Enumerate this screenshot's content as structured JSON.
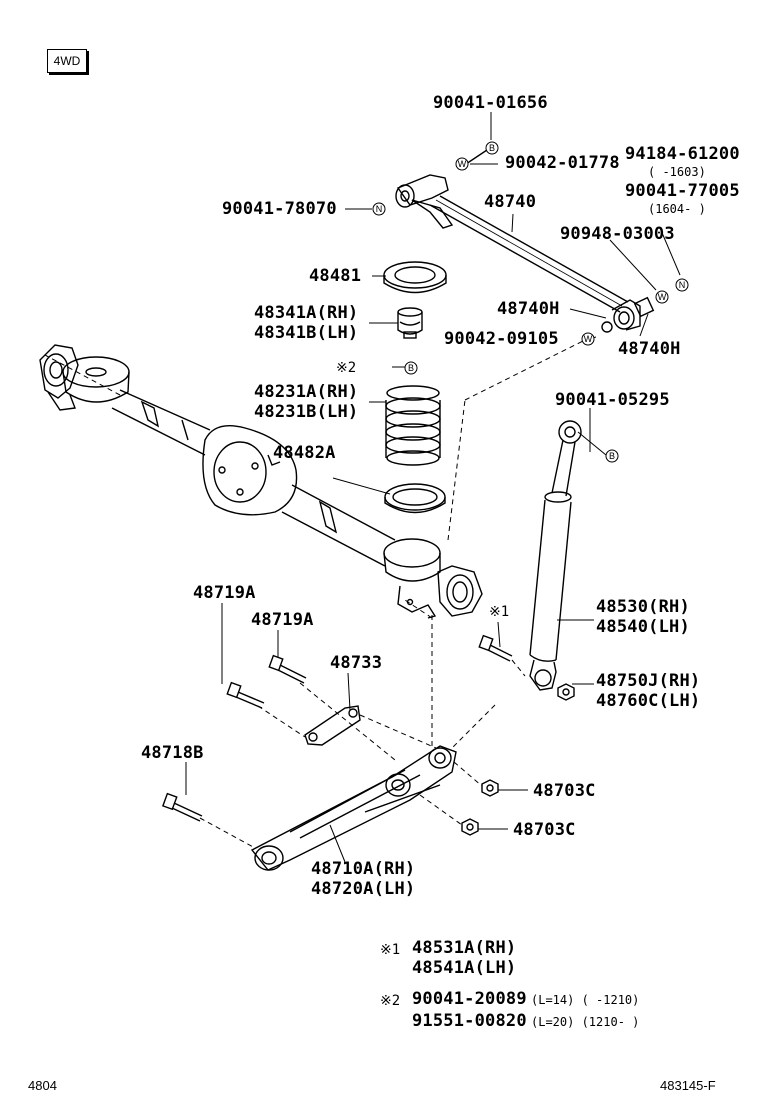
{
  "badge": "4WD",
  "parts": {
    "p90041_01656": "90041-01656",
    "p90042_01778": "90042-01778",
    "p94184_61200": "94184-61200",
    "p94184_61200_range": "(      -1603)",
    "p90041_77005": "90041-77005",
    "p90041_77005_range": "(1604-      )",
    "p90041_78070": "90041-78070",
    "p48740": "48740",
    "p90948_03003": "90948-03003",
    "p48481": "48481",
    "p48341A": "48341A(RH)",
    "p48341B": "48341B(LH)",
    "p48740H_a": "48740H",
    "p90042_09105": "90042-09105",
    "p48740H_b": "48740H",
    "note2_mark": "※2",
    "p48231A": "48231A(RH)",
    "p48231B": "48231B(LH)",
    "p90041_05295": "90041-05295",
    "p48482A": "48482A",
    "p48719A_a": "48719A",
    "p48719A_b": "48719A",
    "note1_mark": "※1",
    "p48530": "48530(RH)",
    "p48540": "48540(LH)",
    "p48733": "48733",
    "p48750J": "48750J(RH)",
    "p48760C": "48760C(LH)",
    "p48718B": "48718B",
    "p48703C_a": "48703C",
    "p48703C_b": "48703C",
    "p48710A": "48710A(RH)",
    "p48720A": "48720A(LH)"
  },
  "notes": {
    "n1_mark": "※1",
    "n1_line1": "48531A(RH)",
    "n1_line2": "48541A(LH)",
    "n2_mark": "※2",
    "n2_line1_part": "90041-20089",
    "n2_line1_spec": "(L=14) (       -1210)",
    "n2_line2_part": "91551-00820",
    "n2_line2_spec": "(L=20) (1210-      )"
  },
  "markers": {
    "B": "B",
    "W": "W",
    "N": "N"
  },
  "footer": {
    "left": "4804",
    "right": "483145-F"
  }
}
